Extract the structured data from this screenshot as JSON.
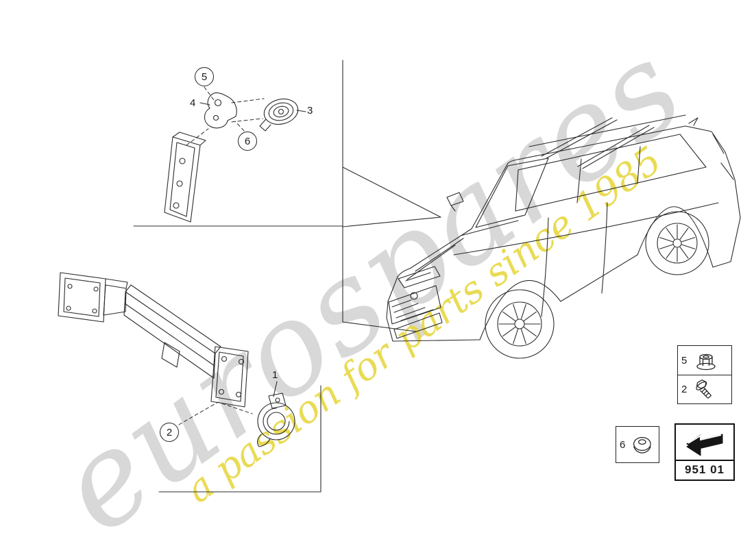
{
  "watermark": {
    "brand": "eurospares",
    "tagline": "a passion for parts since 1985"
  },
  "callouts": {
    "c5": "5",
    "c4": "4",
    "c6": "6",
    "c3": "3",
    "c1": "1",
    "c2": "2"
  },
  "legend": {
    "fasteners": [
      {
        "id": "5",
        "icon": "flange-nut-icon"
      },
      {
        "id": "2",
        "icon": "flange-bolt-icon"
      }
    ],
    "grommet": {
      "id": "6",
      "icon": "grommet-icon"
    },
    "part_code": "951 01",
    "direction_icon": "direction-arrow-icon"
  },
  "colors": {
    "line": "#2b2b2b",
    "watermark_gray": "#d8d8d8",
    "watermark_yellow": "#e6d73d"
  }
}
